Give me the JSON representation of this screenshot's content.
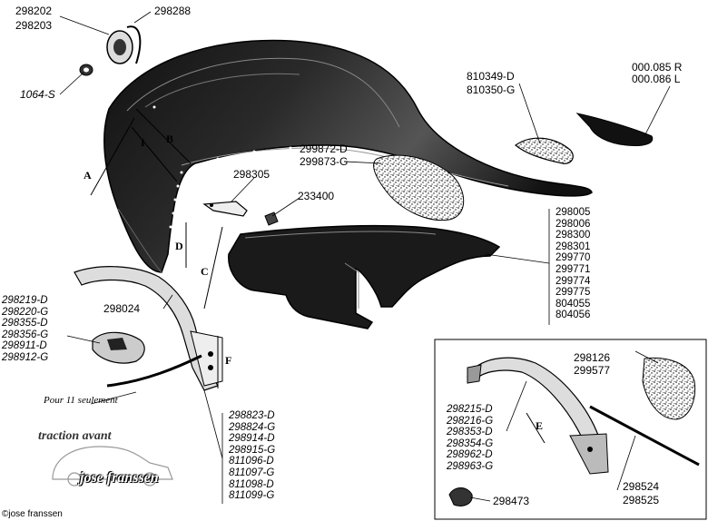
{
  "labels": {
    "p298202": "298202",
    "p298203": "298203",
    "p298288": "298288",
    "p1064": "1064-S",
    "p810349": "810349-D",
    "p810350": "810350-G",
    "p000085": "000.085 R",
    "p000086": "000.086 L",
    "p299872": "299872-D",
    "p299873": "299873-G",
    "p298305": "298305",
    "p233400": "233400",
    "p298024": "298024",
    "p298126": "298126",
    "p299577": "299577",
    "p298524": "298524",
    "p298525": "298525",
    "p298473": "298473"
  },
  "stacks": {
    "right_mid": [
      "298005",
      "298006",
      "298300",
      "298301",
      "299770",
      "299771",
      "299774",
      "299775",
      "804055",
      "804056"
    ],
    "left_mid": [
      "298219-D",
      "298220-G",
      "298355-D",
      "298356-G",
      "298911-D",
      "298912-G"
    ],
    "bottom_mid": [
      "298823-D",
      "298824-G",
      "298914-D",
      "298915-G",
      "811096-D",
      "811097-G",
      "811098-D",
      "811099-G"
    ],
    "inset_left": [
      "298215-D",
      "298216-G",
      "298353-D",
      "298354-G",
      "298962-D",
      "298963-G"
    ]
  },
  "dimensions": {
    "a": "A",
    "b": "B",
    "i": "I",
    "c": "C",
    "d": "D",
    "f": "F",
    "e": "E"
  },
  "note": "Pour 11 seulement",
  "brand": {
    "line1": "traction avant",
    "line2": "jose franssen"
  },
  "copyright": "©jose franssen"
}
